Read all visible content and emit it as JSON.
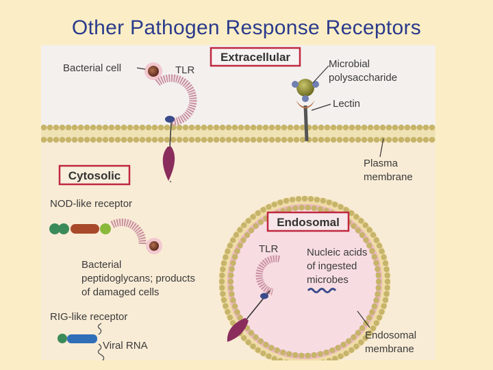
{
  "title": "Other Pathogen Response Receptors",
  "diagram": {
    "sections": {
      "extracellular": "Extracellular",
      "cytosolic": "Cytosolic",
      "endosomal": "Endosomal"
    },
    "labels": {
      "bacterial_cell": "Bacterial cell",
      "tlr_surface": "TLR",
      "microbial_polysaccharide_1": "Microbial",
      "microbial_polysaccharide_2": "polysaccharide",
      "lectin": "Lectin",
      "plasma_membrane_1": "Plasma",
      "plasma_membrane_2": "membrane",
      "nod_like_receptor": "NOD-like receptor",
      "bacterial_products_1": "Bacterial",
      "bacterial_products_2": "peptidoglycans; products",
      "bacterial_products_3": "of damaged cells",
      "rig_like_receptor": "RIG-like receptor",
      "viral_rna": "Viral RNA",
      "tlr_endosomal": "TLR",
      "nucleic_acids_1": "Nucleic acids",
      "nucleic_acids_2": "of ingested",
      "nucleic_acids_3": "microbes",
      "endosomal_membrane_1": "Endosomal",
      "endosomal_membrane_2": "membrane"
    },
    "colors": {
      "extracellular_bg": "#f3f0ee",
      "cytosol_bg": "#f9ecd6",
      "membrane_bead": "#c6b46a",
      "membrane_core": "#e9d8a8",
      "endosome_lumen": "#f6d9df",
      "endosome_band": "#eab3c0",
      "tlr_coil": "#c98fa0",
      "receptor_domain": "#8a2d5c",
      "box_border": "#c0273f",
      "bacterium": "#7a4030"
    }
  }
}
